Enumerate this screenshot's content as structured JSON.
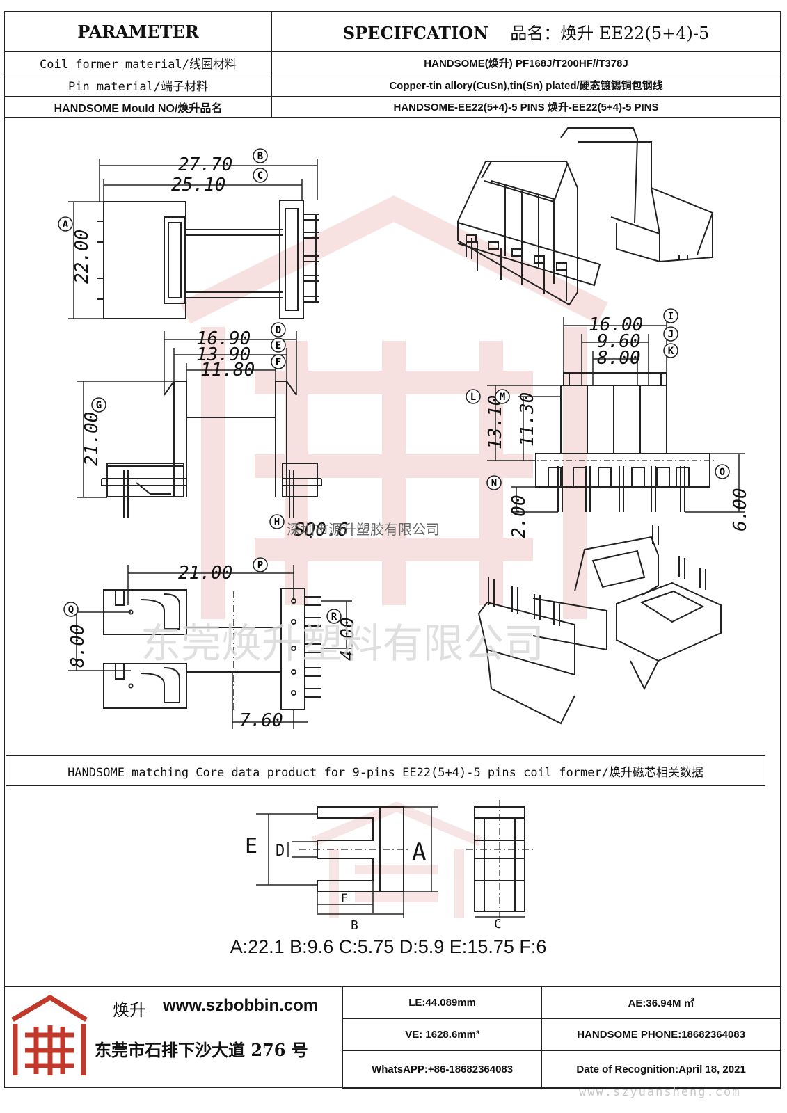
{
  "header": {
    "parameter_label": "PARAMETER",
    "spec_label": "SPECIFCATION",
    "product_name": "品名：焕升 EE22(5+4)-5"
  },
  "rows": [
    {
      "label": "Coil former material/线圈材料",
      "value": "HANDSOME(焕升)   PF168J/T200HF//T378J"
    },
    {
      "label": "Pin material/端子材料",
      "value": "Copper-tin allory(CuSn),tin(Sn) plated/硬态镀锡铜包钢线"
    },
    {
      "label": "HANDSOME Mould NO/焕升品名",
      "value": "HANDSOME-EE22(5+4)-5 PINS    焕升-EE22(5+4)-5 PINS"
    }
  ],
  "drawing": {
    "dims": {
      "a": "22.00",
      "b": "27.70",
      "c": "25.10",
      "d": "16.90",
      "e": "13.90",
      "f": "11.80",
      "g": "21.00",
      "h": "SQ0.6",
      "i": "16.00",
      "j": "9.60",
      "k": "8.00",
      "l": "13.10",
      "m": "11.30",
      "n": "2.00",
      "o": "6.00",
      "p": "21.00",
      "q": "8.00",
      "r": "4.00",
      "bottom": "7.60"
    },
    "markers": [
      "A",
      "B",
      "C",
      "D",
      "E",
      "F",
      "G",
      "H",
      "I",
      "J",
      "K",
      "L",
      "M",
      "N",
      "O",
      "P",
      "Q",
      "R"
    ],
    "watermark_small": "深圳市源升塑胶有限公司",
    "watermark_big": "东莞焕升塑料有限公司"
  },
  "core_section": {
    "title": "HANDSOME matching Core data  product for 9-pins EE22(5+4)-5 pins coil former/焕升磁芯相关数据",
    "labels": {
      "e": "E",
      "d": "D",
      "a": "A",
      "f": "F",
      "b": "B",
      "c": "C"
    },
    "values": "A:22.1 B:9.6 C:5.75 D:5.9 E:15.75 F:6"
  },
  "footer": {
    "brand": "焕升",
    "website": "www.szbobbin.com",
    "address": "东莞市石排下沙大道 276 号",
    "le": "LE:44.089mm",
    "ae": "AE:36.94M ㎡",
    "ve": "VE: 1628.6mm³",
    "phone": "HANDSOME PHONE:18682364083",
    "whatsapp": "WhatsAPP:+86-18682364083",
    "date": "Date of Recognition:April 18, 2021",
    "watermark_url": "www.szyuansheng.com"
  },
  "colors": {
    "line": "#222222",
    "watermark": "#e8a8a8",
    "logo": "#c0392b"
  }
}
